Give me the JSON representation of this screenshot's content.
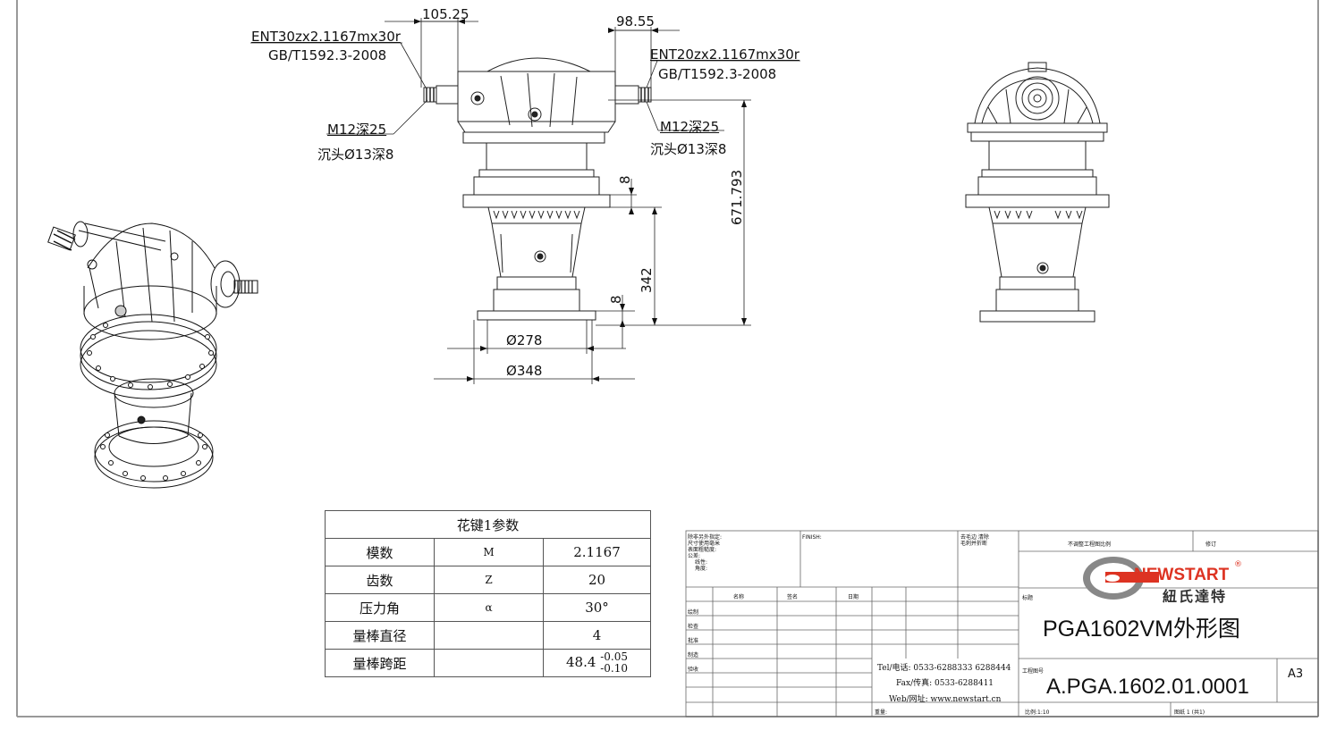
{
  "dimensions": {
    "left_thread": "ENT30zx2.1167mx30r",
    "left_standard": "GB/T1592.3-2008",
    "right_thread": "ENT20zx2.1167mx30r",
    "right_standard": "GB/T1592.3-2008",
    "left_hole": "M12深25",
    "left_counterbore": "沉头Ø13深8",
    "right_hole": "M12深25",
    "right_counterbore": "沉头Ø13深8",
    "dim_105": "105.25",
    "dim_98": "98.55",
    "dim_671": "671.793",
    "dim_342": "342",
    "dim_8a": "8",
    "dim_8b": "8",
    "dim_278": "278",
    "dim_348": "348",
    "dia_symbol": "Ø"
  },
  "spline_table": {
    "title": "花键1参数",
    "rows": [
      {
        "name": "模数",
        "symbol": "M",
        "value": "2.1167"
      },
      {
        "name": "齿数",
        "symbol": "Z",
        "value": "20"
      },
      {
        "name": "压力角",
        "symbol": "α",
        "value": "30°"
      },
      {
        "name": "量棒直径",
        "symbol": "",
        "value": "4"
      },
      {
        "name": "量棒跨距",
        "symbol": "",
        "value": "48.4",
        "tol_upper": "-0.05",
        "tol_lower": "-0.10"
      }
    ]
  },
  "title_block": {
    "notes": [
      "除非另外指定:",
      "尺寸使用毫米",
      "表面粗糙度:",
      "公差:",
      "线性:",
      "角度:"
    ],
    "finish_label": "FINISH:",
    "deburr": [
      "去毛边 清除",
      "毛刺并折断"
    ],
    "scale_note": "不调整工程图比例",
    "revision": "修订",
    "logo_text": "NEWSTART",
    "logo_cn": "紐氏達特",
    "logo_reg": "®",
    "title_label": "标题",
    "drawing_title": "PGA1602VM外形图",
    "head_name": "名称",
    "head_sign": "签名",
    "head_date": "日期",
    "roles": [
      "绘制",
      "检查",
      "批准",
      "制造",
      "验收"
    ],
    "tel": "Tel/电话: 0533-6288333 6288444",
    "fax": "Fax/传真: 0533-6288411",
    "web": "Web/网址: www.newstart.cn",
    "weight_label": "重量:",
    "drawing_no_label": "工程图号",
    "drawing_no": "A.PGA.1602.01.0001",
    "size": "A3",
    "scale": "比例:1:10",
    "sheet": "图纸 1 (共1)"
  }
}
